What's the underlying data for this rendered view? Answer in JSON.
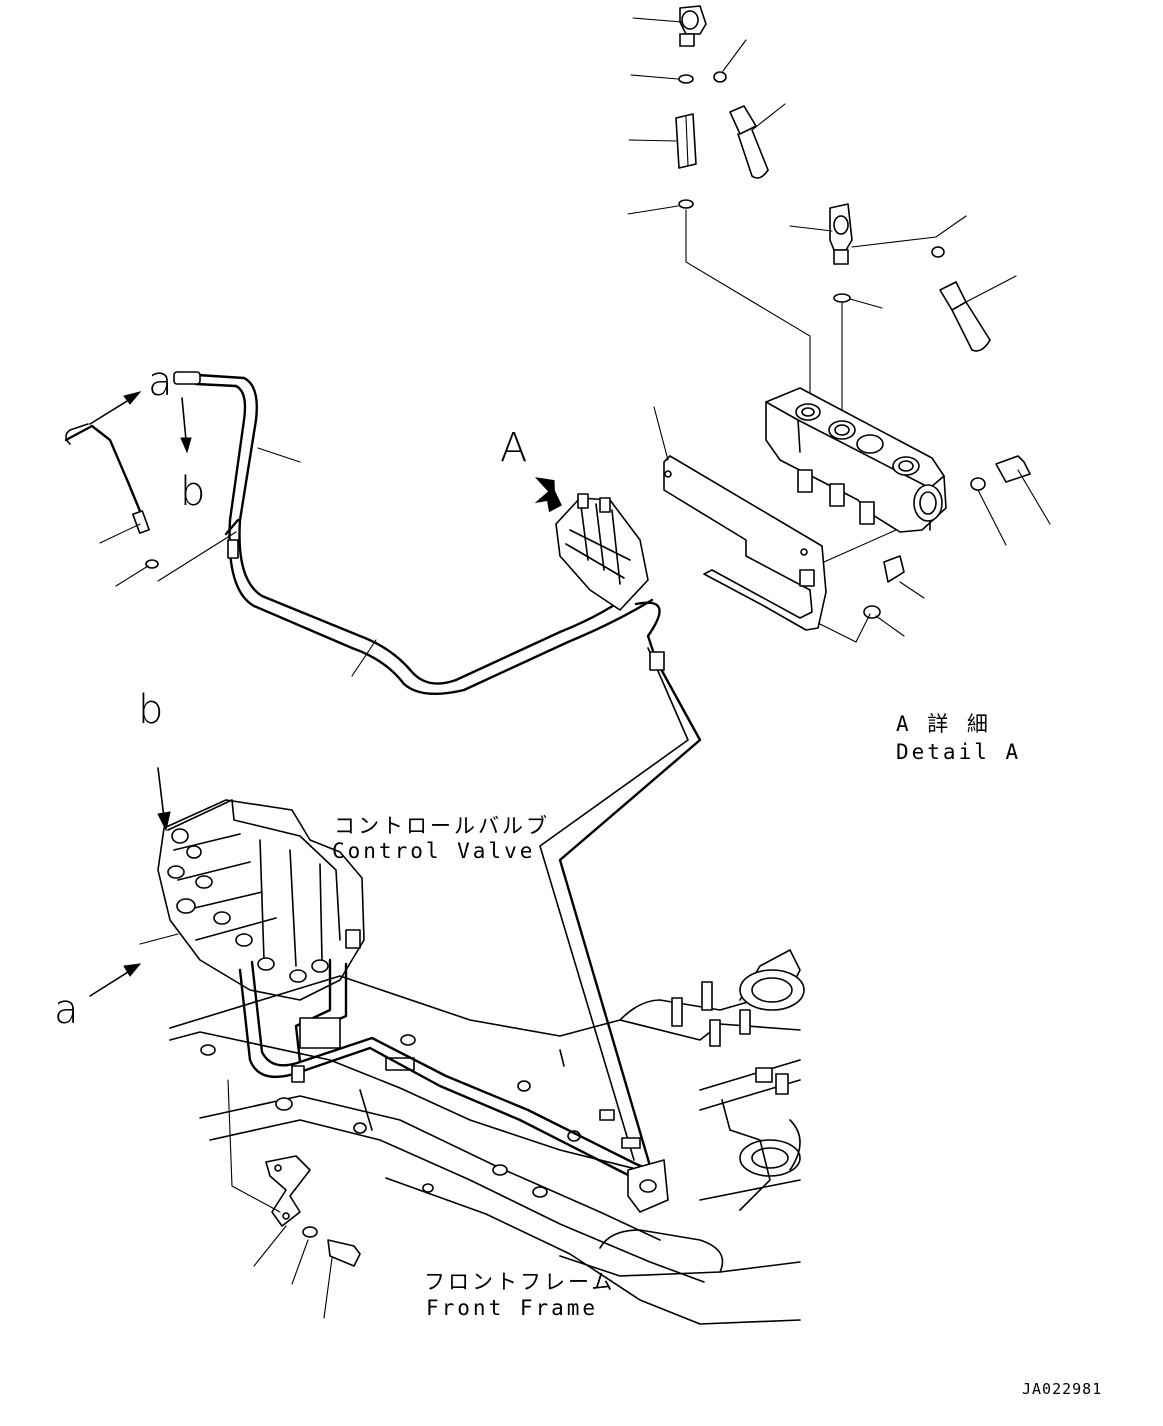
{
  "labels": {
    "a_top": "a",
    "b_top": "b",
    "A_view": "A",
    "b_valve": "b",
    "a_valve": "a"
  },
  "detail": {
    "jp": "A 詳 細",
    "en": "Detail A"
  },
  "control_valve": {
    "jp": "コントロールバルブ",
    "en": "Control Valve"
  },
  "front_frame": {
    "jp": "フロントフレーム",
    "en": "Front Frame"
  },
  "drawing_code": "JA022981"
}
